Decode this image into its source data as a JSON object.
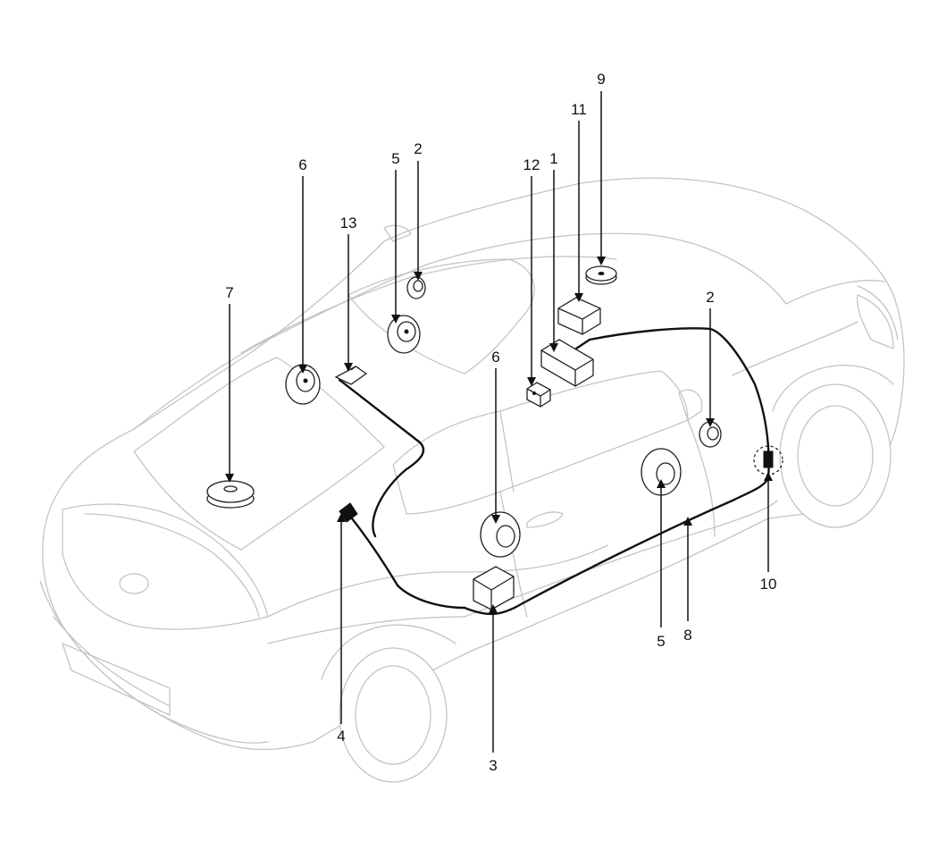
{
  "callouts": [
    {
      "id": "c9",
      "text": "9"
    },
    {
      "id": "c11",
      "text": "11"
    },
    {
      "id": "c12",
      "text": "12"
    },
    {
      "id": "c1",
      "text": "1"
    },
    {
      "id": "c2-top",
      "text": "2"
    },
    {
      "id": "c5-top",
      "text": "5"
    },
    {
      "id": "c6-top",
      "text": "6"
    },
    {
      "id": "c13",
      "text": "13"
    },
    {
      "id": "c7",
      "text": "7"
    },
    {
      "id": "c6-mid",
      "text": "6"
    },
    {
      "id": "c2-right",
      "text": "2"
    },
    {
      "id": "c10",
      "text": "10"
    },
    {
      "id": "c5-bottom",
      "text": "5"
    },
    {
      "id": "c8",
      "text": "8"
    },
    {
      "id": "c4",
      "text": "4"
    },
    {
      "id": "c3",
      "text": "3"
    }
  ]
}
